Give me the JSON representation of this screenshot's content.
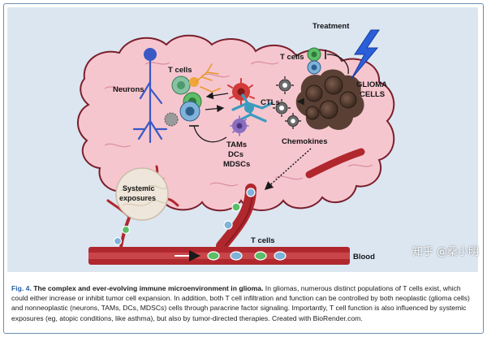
{
  "figure": {
    "labels": {
      "treatment": "Treatment",
      "t_cells_top": "T cells",
      "t_cells_left": "T cells",
      "neurons": "Neurons",
      "ctls": "CTLs",
      "glioma_line1": "GLIOMA",
      "glioma_line2": "CELLS",
      "tams": "TAMs",
      "dcs": "DCs",
      "mdscs": "MDSCs",
      "chemokines": "Chemokines",
      "systemic_line1": "Systemic",
      "systemic_line2": "exposures",
      "t_cells_blood": "T cells",
      "blood": "Blood"
    },
    "colors": {
      "brain": "#f6c6cf",
      "brain_outline": "#7a1f2b",
      "vessel": "#b0282e",
      "lightning": "#2b5fd9",
      "background": "#dbe6f1"
    }
  },
  "caption": {
    "fig_number": "Fig. 4.",
    "title": "The complex and ever-evolving immune microenvironment in glioma.",
    "body": " In gliomas, numerous distinct populations of T cells exist, which could either increase or inhibit tumor cell expansion. In addition, both T cell infiltration and function can be controlled by both neoplastic (glioma cells) and nonneoplastic (neurons, TAMs, DCs, MDSCs) cells through paracrine factor signaling. Importantly, T cell function is also influenced by systemic exposures (eg, atopic conditions, like asthma), but also by tumor-directed therapies. Created with BioRender.com."
  },
  "watermark": "知乎 @桑小明"
}
